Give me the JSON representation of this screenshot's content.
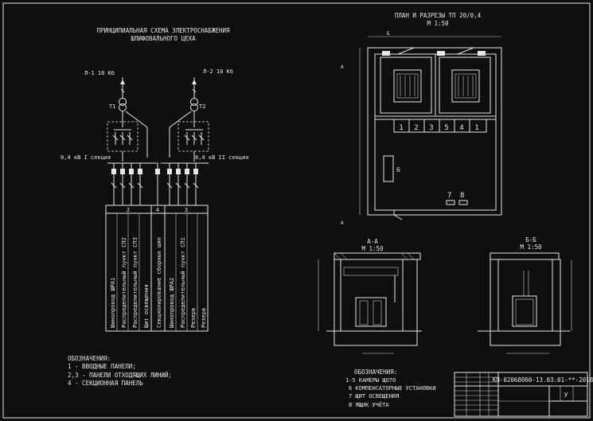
{
  "scheme": {
    "title_line1": "ПРИНЦИПИАЛЬНАЯ СХЕМА ЭЛЕКТРОСНАБЖЕНИЯ",
    "title_line2": "ШЛИФОВАЛЬНОГО ЦЕХА",
    "line1": "Л-1 10 Кб",
    "line2": "Л-2 10 Кб",
    "t1": "Т1",
    "t2": "Т2",
    "section1": "0,4 кВ  I секция",
    "section2": "0,4 кВ  II секция",
    "panels": [
      "2",
      "4",
      "3"
    ],
    "feeders_left": [
      "Шинопровод ШРА1",
      "Распределительный пункт СП2",
      "Распределительный пункт СП3",
      "Щит освещения"
    ],
    "feeder_mid": "Секционирование сборных шин",
    "feeders_right": [
      "Шинопровод ШРА2",
      "Распределительный пункт СП1",
      "Резерв",
      "Резерв"
    ]
  },
  "legend_left": {
    "heading": "ОБОЗНАЧЕНИЯ:",
    "items": [
      "1 - ВВОДНЫЕ ПАНЕЛИ;",
      "2,3 - ПАНЕЛИ ОТХОДЯЩИХ ЛИНИЙ;",
      "4 - СЕКЦИОННАЯ ПАНЕЛЬ"
    ]
  },
  "plan": {
    "title_line1": "ПЛАН И РАЗРЕЗЫ ТП 20/0,4",
    "scale": "М 1:50",
    "cells": [
      "1",
      "2",
      "3",
      "5",
      "4",
      "1"
    ],
    "label6": "6",
    "label7": "7",
    "label8": "8",
    "cut_a": "А",
    "cut_b": "Б"
  },
  "section_aa": {
    "title": "А-А",
    "scale": "М 1:50"
  },
  "section_bb": {
    "title": "Б-Б",
    "scale": "М 1:50"
  },
  "legend_right": {
    "heading": "ОБОЗНАЧЕНИЯ:",
    "items": [
      "1-5 КАМЕРЫ ЩО70",
      "6 КОМПЕНСАТОРНЫЕ УСТАНОВКИ",
      "7 ЩИТ ОСВЕЩЕНИЯ",
      "8 ЯЩИК УЧЁТА"
    ]
  },
  "stamp": {
    "code": "КП-02068060-13.03.01-**-2018",
    "stage": "У"
  }
}
